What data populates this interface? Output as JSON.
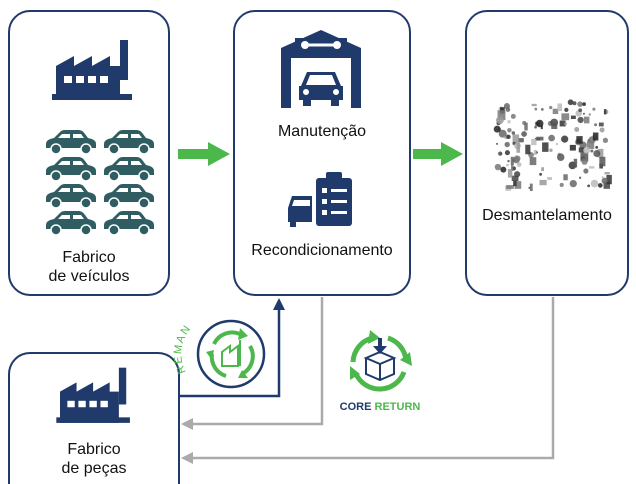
{
  "nodes": {
    "vehicle_factory": {
      "line1": "Fabrico",
      "line2": "de veículos"
    },
    "maintenance": {
      "label": "Manutenção"
    },
    "reconditioning": {
      "label": "Recondicionamento"
    },
    "dismantling": {
      "label": "Desmantelamento"
    },
    "parts_factory": {
      "line1": "Fabrico",
      "line2": "de peças"
    }
  },
  "badges": {
    "reman": {
      "text": "REMAN"
    },
    "core_return": {
      "part1": "CORE ",
      "part2": "RETURN"
    }
  },
  "icons": {
    "factory": "factory-icon",
    "car": "car-icon",
    "garage": "garage-icon",
    "checklist": "car-checklist-icon",
    "parts_pile": "parts-pile-icon",
    "recycle": "recycle-icon",
    "box": "box-icon"
  },
  "colors": {
    "navy": "#1f3a6b",
    "teal": "#2f5d62",
    "green": "#4cb84c",
    "gray": "#aaaaaa"
  }
}
